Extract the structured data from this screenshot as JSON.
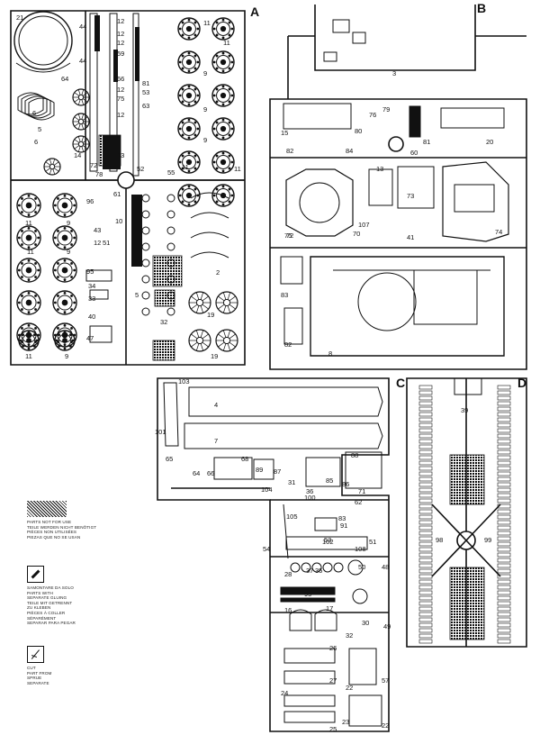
{
  "sprues": {
    "A": {
      "letter": "A"
    },
    "B": {
      "letter": "B"
    },
    "C": {
      "letter": "C"
    },
    "D": {
      "letter": "D"
    }
  },
  "part_numbers": {
    "a": [
      "21",
      "64",
      "44",
      "44",
      "6",
      "5",
      "6",
      "14",
      "72",
      "78",
      "12",
      "12",
      "12",
      "59",
      "66",
      "12",
      "75",
      "12",
      "13",
      "81",
      "53",
      "63",
      "52",
      "55",
      "11",
      "11",
      "9",
      "9",
      "9",
      "11",
      "11",
      "11",
      "9",
      "11",
      "9",
      "96",
      "43",
      "12",
      "51",
      "95",
      "34",
      "33",
      "40",
      "47",
      "11",
      "9",
      "61",
      "10",
      "2",
      "32",
      "5",
      "19",
      "19"
    ],
    "b": [
      "3",
      "15",
      "76",
      "79",
      "81",
      "20",
      "80",
      "82",
      "84",
      "60",
      "13",
      "73",
      "74",
      "72",
      "75",
      "107",
      "70",
      "41",
      "83",
      "82",
      "8"
    ],
    "c": [
      "103",
      "101",
      "4",
      "7",
      "65",
      "68",
      "89",
      "87",
      "85",
      "86",
      "88",
      "71",
      "62",
      "66",
      "64",
      "31",
      "104",
      "36",
      "100",
      "105",
      "83",
      "91",
      "51",
      "54",
      "102",
      "108",
      "53",
      "50",
      "48",
      "28",
      "37",
      "35",
      "95",
      "16",
      "17",
      "30",
      "49",
      "32",
      "57",
      "26",
      "27",
      "22",
      "24",
      "25",
      "23",
      "22"
    ],
    "d": [
      "39",
      "98",
      "99"
    ]
  },
  "notes": {
    "not_used": [
      "PARTS NOT FOR USE",
      "TEILE WERDEN NICHT BENÖTIGT",
      "PIÈCES NON UTILISÉES",
      "PIEZAS QUE NO SE USAN"
    ],
    "glue": [
      "SAMONTARE DA SOLO",
      "PARTS WITH",
      "SEPARATE GLUING",
      "TEILE MIT GETRENNT",
      "ZU KLEBEN",
      "PIÈCES À COLLER",
      "SÉPARÉMENT",
      "SEPARAR PARA PEGAR"
    ],
    "cut": [
      "CUT",
      "PART FROM",
      "SPRUE",
      "SEPARATE"
    ]
  }
}
